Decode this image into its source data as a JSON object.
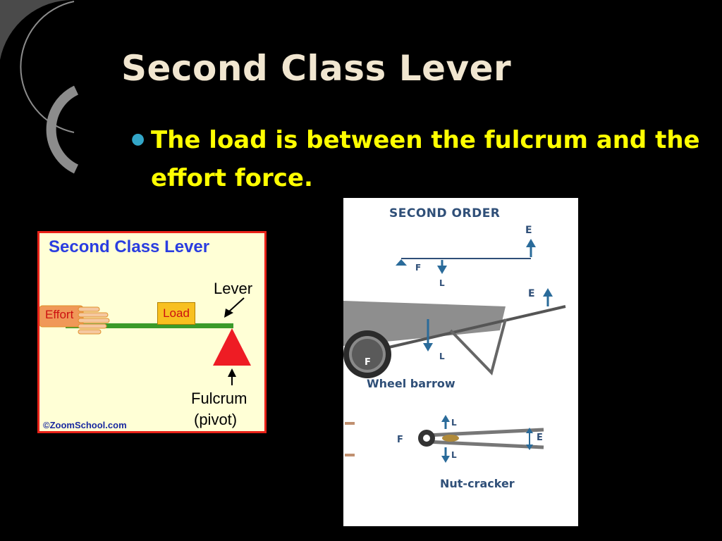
{
  "slide": {
    "title": "Second Class Lever",
    "bullet": "The load is between the fulcrum and the effort force."
  },
  "figure_left": {
    "title": "Second Class Lever",
    "lever_label": "Lever",
    "effort_label": "Effort",
    "load_label": "Load",
    "fulcrum_label": "Fulcrum",
    "pivot_label": "(pivot)",
    "copyright": "©ZoomSchool.com"
  },
  "figure_right": {
    "title": "SECOND ORDER",
    "effort_letter": "E",
    "fulcrum_letter": "F",
    "load_letter": "L",
    "wheelbarrow_label": "Wheel barrow",
    "nutcracker_label": "Nut-cracker"
  },
  "colors": {
    "background": "#000000",
    "title": "#f1e6d0",
    "bullet_text": "#ffff00",
    "bullet_dot": "#33a6c8"
  }
}
